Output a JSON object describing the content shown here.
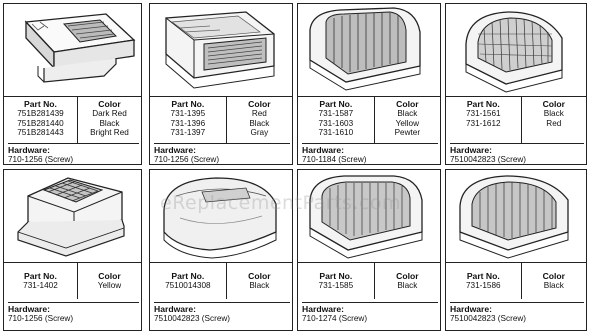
{
  "sheet": {
    "part_no_label": "Part No.",
    "color_label": "Color",
    "hardware_label": "Hardware:",
    "watermark": "eReplacementParts.com",
    "items": [
      {
        "parts": [
          "751B281439",
          "751B281440",
          "751B281443"
        ],
        "colors": [
          "Dark Red",
          "Black",
          "Bright Red"
        ],
        "hardware": "710-1256 (Screw)",
        "icon": "shroud-with-grille-cover-icon"
      },
      {
        "parts": [
          "731-1395",
          "731-1396",
          "731-1397"
        ],
        "colors": [
          "Red",
          "Black",
          "Gray"
        ],
        "hardware": "710-1256 (Screw)",
        "icon": "shroud-with-vent-panel-icon"
      },
      {
        "parts": [
          "731-1587",
          "731-1603",
          "731-1610"
        ],
        "colors": [
          "Black",
          "Yellow",
          "Pewter"
        ],
        "hardware": "710-1184 (Screw)",
        "icon": "shroud-with-louvered-front-icon"
      },
      {
        "parts": [
          "731-1561",
          "731-1612"
        ],
        "colors": [
          "Black",
          "Red"
        ],
        "hardware": "7510042823 (Screw)",
        "icon": "shroud-with-arched-grille-icon"
      },
      {
        "parts": [
          "731-1402"
        ],
        "colors": [
          "Yellow"
        ],
        "hardware": "710-1256 (Screw)",
        "icon": "shroud-with-grid-vent-icon"
      },
      {
        "parts": [
          "7510014308"
        ],
        "colors": [
          "Black"
        ],
        "hardware": "7510042823 (Screw)",
        "icon": "smooth-dome-shroud-icon"
      },
      {
        "parts": [
          "731-1585"
        ],
        "colors": [
          "Black"
        ],
        "hardware": "710-1274 (Screw)",
        "icon": "shroud-with-framed-grille-icon"
      },
      {
        "parts": [
          "731-1586"
        ],
        "colors": [
          "Black"
        ],
        "hardware": "7510042823 (Screw)",
        "icon": "shroud-with-domed-grille-icon"
      }
    ]
  }
}
